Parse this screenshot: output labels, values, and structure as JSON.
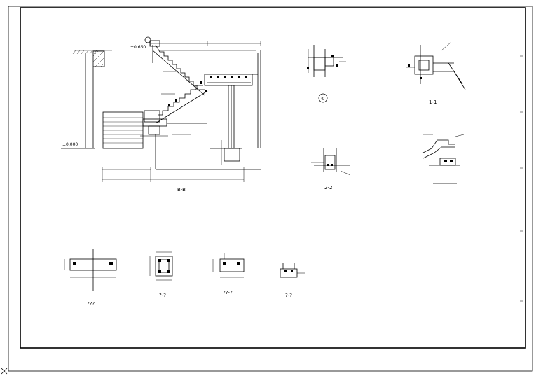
{
  "drawing": {
    "captions": {
      "main_section": "B-B",
      "detail_circle": "①",
      "section_1": "1-1",
      "section_2": "2-2",
      "section_a": "???",
      "section_b": "?-?",
      "section_c": "??-?",
      "section_d": "?-?"
    },
    "elevations": {
      "top": "±0.650",
      "ground": "±0.000"
    },
    "colors": {
      "line": "#000000",
      "background": "#ffffff"
    }
  }
}
